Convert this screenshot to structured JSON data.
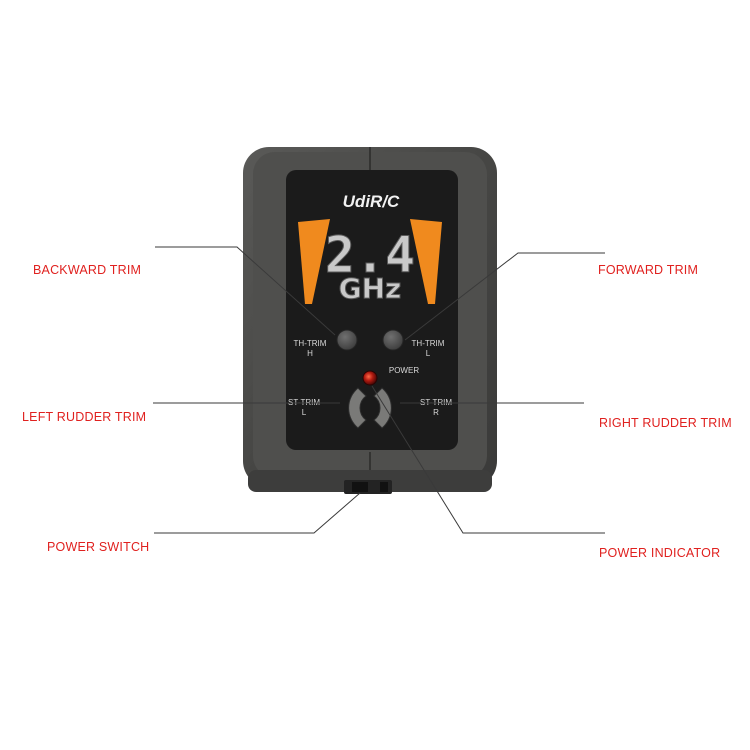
{
  "colors": {
    "callout_text": "#e0211f",
    "leader_line": "#3a3a3a",
    "accent_orange": "#f08a1e",
    "panel_black": "#1b1b1b",
    "shell_grey": "#4a4a48"
  },
  "brand": {
    "logo_text": "UdiR/C"
  },
  "face": {
    "frequency_number": "2.4",
    "frequency_unit": "GHz",
    "th_trim_left": {
      "line1": "TH-TRIM",
      "line2": "H"
    },
    "th_trim_right": {
      "line1": "TH-TRIM",
      "line2": "L"
    },
    "st_trim_left": {
      "line1": "ST-TRIM",
      "line2": "L"
    },
    "st_trim_right": {
      "line1": "ST-TRIM",
      "line2": "R"
    },
    "power_label": "POWER"
  },
  "callouts": {
    "backward_trim": "BACKWARD TRIM",
    "forward_trim": "FORWARD TRIM",
    "left_rudder_trim": "LEFT RUDDER TRIM",
    "right_rudder_trim": "RIGHT RUDDER TRIM",
    "power_switch": "POWER SWITCH",
    "power_indicator": "POWER INDICATOR"
  }
}
